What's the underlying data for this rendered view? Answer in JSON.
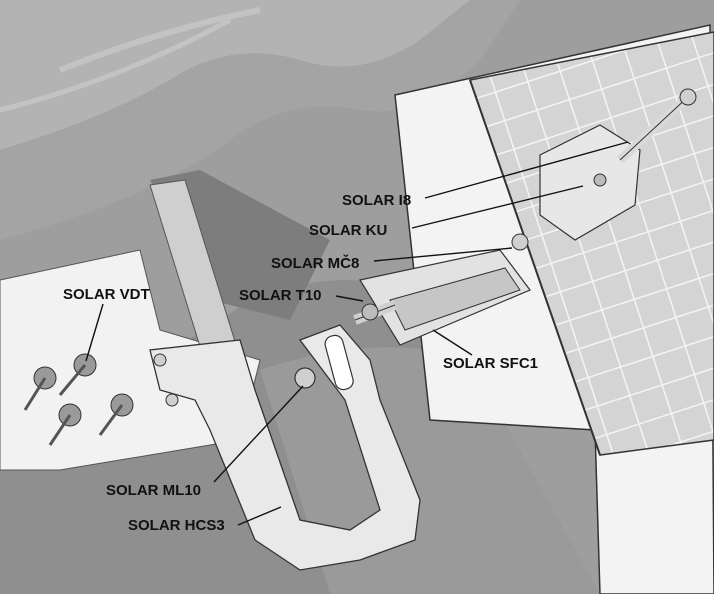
{
  "labels": {
    "solar_i8": "SOLAR I8",
    "solar_ku": "SOLAR KU",
    "solar_mc8": "SOLAR MČ8",
    "solar_t10": "SOLAR T10",
    "solar_sfc1": "SOLAR SFC1",
    "solar_vdt": "SOLAR VDT",
    "solar_ml10": "SOLAR ML10",
    "solar_hcs3": "SOLAR HCS3"
  },
  "colors": {
    "roof_tile": "#a9a9a9",
    "roof_shadow": "#8c8c8c",
    "metal_light": "#e6e6e6",
    "metal_mid": "#c8c8c8",
    "panel_glass": "#cfcfcf",
    "ink": "#111111"
  }
}
